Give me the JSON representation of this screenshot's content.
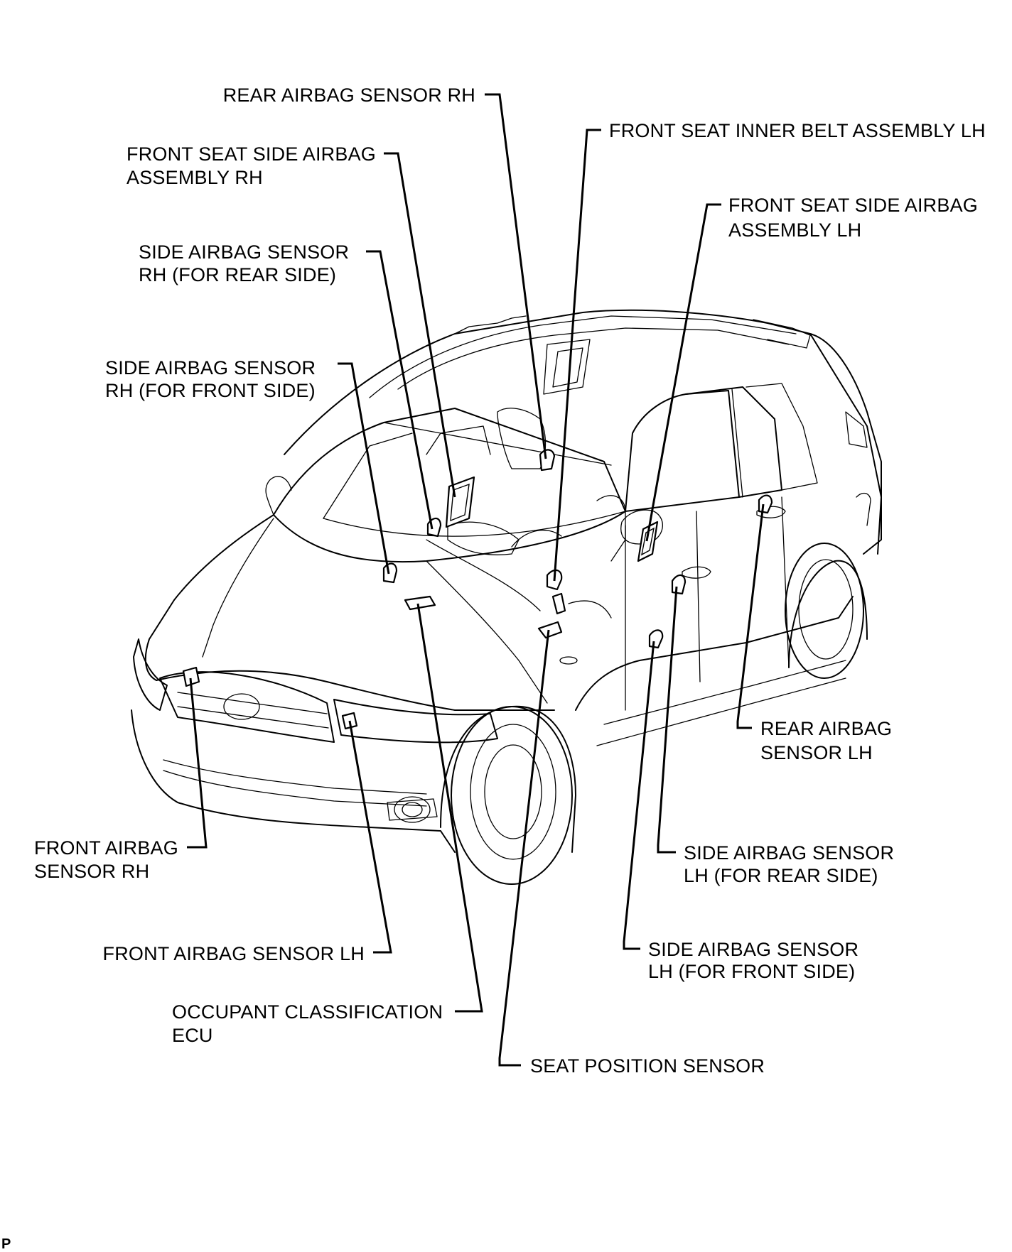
{
  "labels": {
    "rear_airbag_sensor_rh": "REAR AIRBAG SENSOR RH",
    "front_seat_inner_belt_lh": "FRONT SEAT INNER BELT ASSEMBLY LH",
    "front_seat_side_airbag_rh_line1": "FRONT SEAT SIDE AIRBAG",
    "front_seat_side_airbag_rh_line2": "ASSEMBLY RH",
    "front_seat_side_airbag_lh_line1": "FRONT SEAT SIDE AIRBAG",
    "front_seat_side_airbag_lh_line2": "ASSEMBLY LH",
    "side_airbag_sensor_rh_rear_line1": "SIDE AIRBAG SENSOR",
    "side_airbag_sensor_rh_rear_line2": "RH (FOR REAR SIDE)",
    "side_airbag_sensor_rh_front_line1": "SIDE AIRBAG SENSOR",
    "side_airbag_sensor_rh_front_line2": "RH (FOR FRONT SIDE)",
    "rear_airbag_sensor_lh_line1": "REAR AIRBAG",
    "rear_airbag_sensor_lh_line2": "SENSOR LH",
    "front_airbag_sensor_rh_line1": "FRONT AIRBAG",
    "front_airbag_sensor_rh_line2": "SENSOR RH",
    "side_airbag_sensor_lh_rear_line1": "SIDE AIRBAG SENSOR",
    "side_airbag_sensor_lh_rear_line2": "LH (FOR REAR SIDE)",
    "front_airbag_sensor_lh": "FRONT AIRBAG SENSOR LH",
    "side_airbag_sensor_lh_front_line1": "SIDE AIRBAG SENSOR",
    "side_airbag_sensor_lh_front_line2": "LH (FOR FRONT SIDE)",
    "occupant_classification_ecu_line1": "OCCUPANT CLASSIFICATION",
    "occupant_classification_ecu_line2": "ECU",
    "seat_position_sensor": "SEAT POSITION SENSOR"
  },
  "footer": {
    "code": "P"
  }
}
